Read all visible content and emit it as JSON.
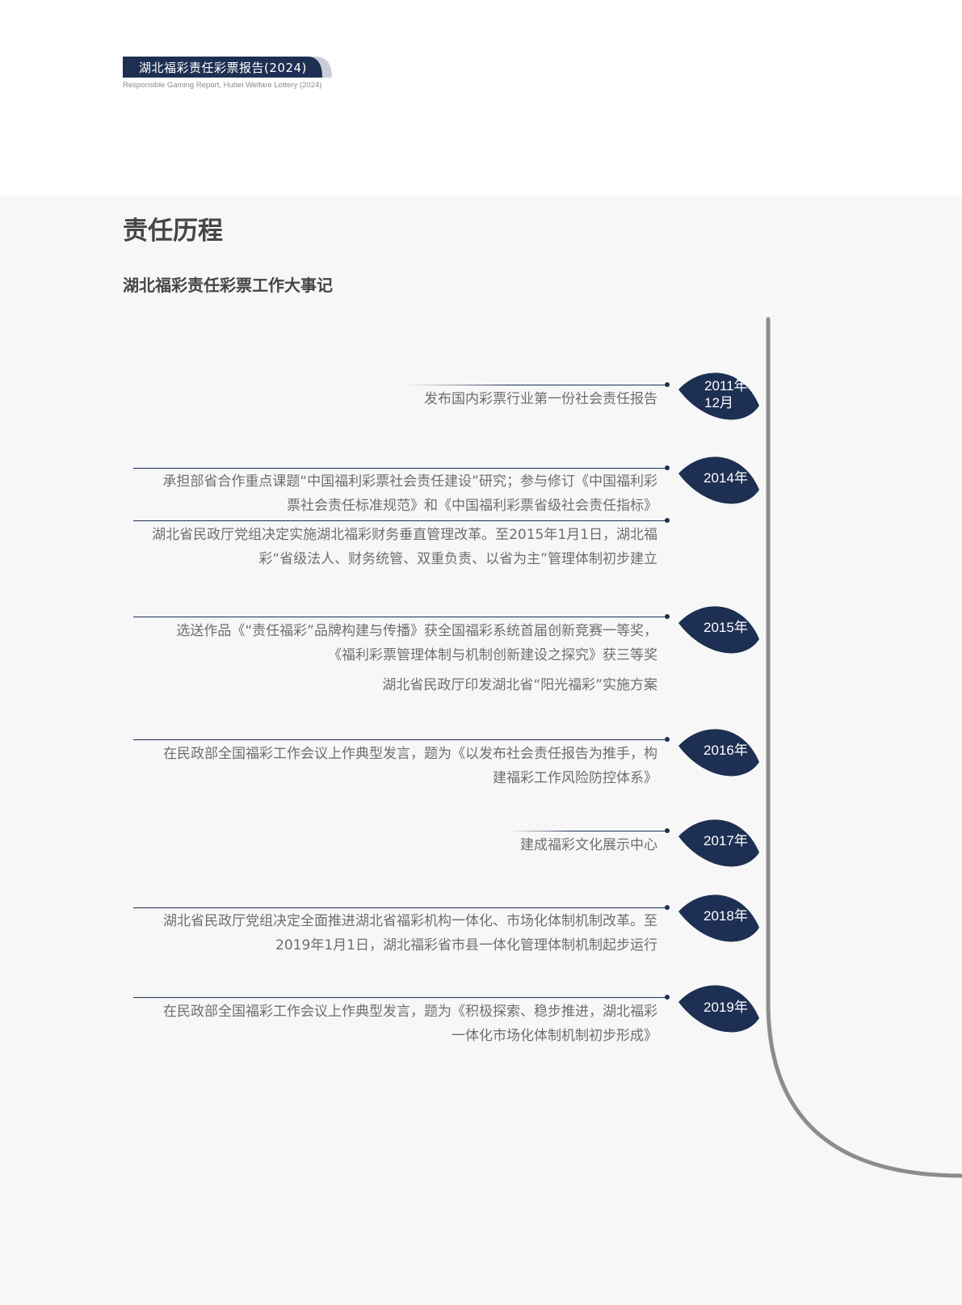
{
  "header": {
    "report_title": "湖北福彩责任彩票报告(2024)",
    "report_subtitle": "Responsible Gaming Report, Hubei Welfare Lottery (2024)"
  },
  "section": {
    "title": "责任历程",
    "subtitle": "湖北福彩责任彩票工作大事记"
  },
  "timeline": [
    {
      "year": "2011年\n12月",
      "events": [
        "发布国内彩票行业第一份社会责任报告"
      ]
    },
    {
      "year": "2014年",
      "events": [
        "承担部省合作重点课题“中国福利彩票社会责任建设”研究；参与修订《中国福利彩\n票社会责任标准规范》和《中国福利彩票省级社会责任指标》",
        "湖北省民政厅党组决定实施湖北福彩财务垂直管理改革。至2015年1月1日，湖北福\n彩“省级法人、财务统管、双重负责、以省为主”管理体制初步建立"
      ]
    },
    {
      "year": "2015年",
      "events": [
        "选送作品《“责任福彩”品牌构建与传播》获全国福彩系统首届创新竞赛一等奖，\n《福利彩票管理体制与机制创新建设之探究》获三等奖",
        "湖北省民政厅印发湖北省“阳光福彩”实施方案"
      ]
    },
    {
      "year": "2016年",
      "events": [
        "在民政部全国福彩工作会议上作典型发言，题为《以发布社会责任报告为推手，构\n建福彩工作风险防控体系》"
      ]
    },
    {
      "year": "2017年",
      "events": [
        "建成福彩文化展示中心"
      ]
    },
    {
      "year": "2018年",
      "events": [
        "湖北省民政厅党组决定全面推进湖北省福彩机构一体化、市场化体制机制改革。至\n2019年1月1日，湖北福彩省市县一体化管理体制机制起步运行"
      ]
    },
    {
      "year": "2019年",
      "events": [
        "在民政部全国福彩工作会议上作典型发言，题为《积极探索、稳步推进，湖北福彩\n一体化市场化体制机制初步形成》"
      ]
    }
  ],
  "colors": {
    "navy": "#1d2f52",
    "timeline_gray": "#8c8c8c",
    "text_gray": "#6e6e6e",
    "background": "#f7f7f7"
  }
}
